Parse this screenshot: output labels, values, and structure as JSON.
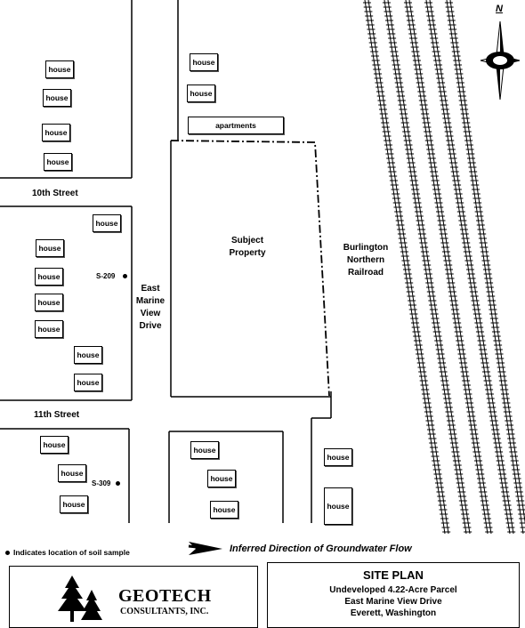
{
  "north_label": "N",
  "houses": {
    "nw": [
      "house",
      "house",
      "house",
      "house"
    ],
    "north_center": [
      "house",
      "house"
    ],
    "mid_west": [
      "house",
      "house",
      "house",
      "house",
      "house",
      "house",
      "house"
    ],
    "south_west": [
      "house",
      "house",
      "house"
    ],
    "south_center": [
      "house",
      "house",
      "house"
    ],
    "south_east": [
      "house",
      "house"
    ]
  },
  "apartments": "apartments",
  "streets": {
    "tenth": "10th Street",
    "eleventh": "11th Street",
    "east_marine_view": [
      "East",
      "Marine",
      "View",
      "Drive"
    ]
  },
  "subject_property": [
    "Subject",
    "Property"
  ],
  "railroad": [
    "Burlington",
    "Northern",
    "Railroad"
  ],
  "samples": [
    "S-209",
    "S-309"
  ],
  "legend": {
    "sample": "Indicates location of soil sample",
    "flow": "Inferred Direction of Groundwater Flow"
  },
  "company": {
    "name": "GEOTECH",
    "sub": "CONSULTANTS, INC."
  },
  "title_block": {
    "title": "SITE PLAN",
    "line1": "Undeveloped 4.22-Acre Parcel",
    "line2": "East Marine View Drive",
    "line3": "Everett, Washington"
  }
}
